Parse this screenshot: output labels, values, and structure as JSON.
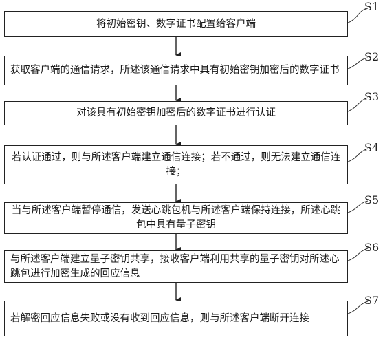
{
  "steps": [
    {
      "label": "S1",
      "text": "将初始密钥、数字证书配置给客户端"
    },
    {
      "label": "S2",
      "text": "获取客户端的通信请求，所述该通信请求中具有初始密钥加密后的数字证书"
    },
    {
      "label": "S3",
      "text": "对该具有初始密钥加密后的数字证书进行认证"
    },
    {
      "label": "S4",
      "text": "若认证通过，则与所述客户端建立通信连接；若不通过，则无法建立通信连接；"
    },
    {
      "label": "S5",
      "text": "当与所述客户端暂停通信，发送心跳包机与所述客户端保持连接，所述心跳包中具有量子密钥"
    },
    {
      "label": "S6",
      "text": "与所述客户端建立量子密钥共享，接收客户端利用共享的量子密钥对所述心跳包进行加密生成的回应信息"
    },
    {
      "label": "S7",
      "text": "若解密回应信息失败或没有收到回应信息，则与所述客户端断开连接"
    }
  ]
}
